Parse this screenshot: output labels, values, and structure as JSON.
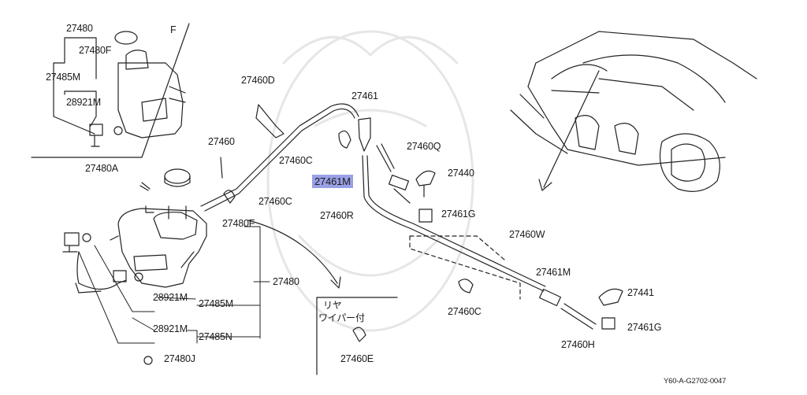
{
  "inset_letter": "F",
  "inset_labels": {
    "reservoir_assy": "27480",
    "filler_neck": "27480F",
    "pump_assy": "27485M",
    "pump_motor": "28921M"
  },
  "labels": {
    "bracket": "27480A",
    "tube_main": "27460",
    "clip_d": "27460D",
    "clip_c_left": "27460C",
    "clip_c_mid": "27460C",
    "filler": "27480F",
    "reservoir": "27480",
    "pump_front_motor": "28921M",
    "pump_front": "27485M",
    "pump_rear_motor": "28921M",
    "pump_rear": "27485N",
    "grommet": "27480J",
    "joint": "27461",
    "tube_q": "27460Q",
    "check_valve_hl": "27461M",
    "nozzle_front": "27440",
    "tube_r": "27460R",
    "joint_g_front": "27461G",
    "tube_w": "27460W",
    "clip_c_lower": "27460C",
    "check_valve_rear": "27461M",
    "nozzle_rear": "27441",
    "joint_g_rear": "27461G",
    "tube_h": "27460H"
  },
  "rear_wiper_note": {
    "line1": "リヤ",
    "line2": "ワイパー付",
    "part": "27460E"
  },
  "diagram_code": "Y60-A-G2702-0047"
}
